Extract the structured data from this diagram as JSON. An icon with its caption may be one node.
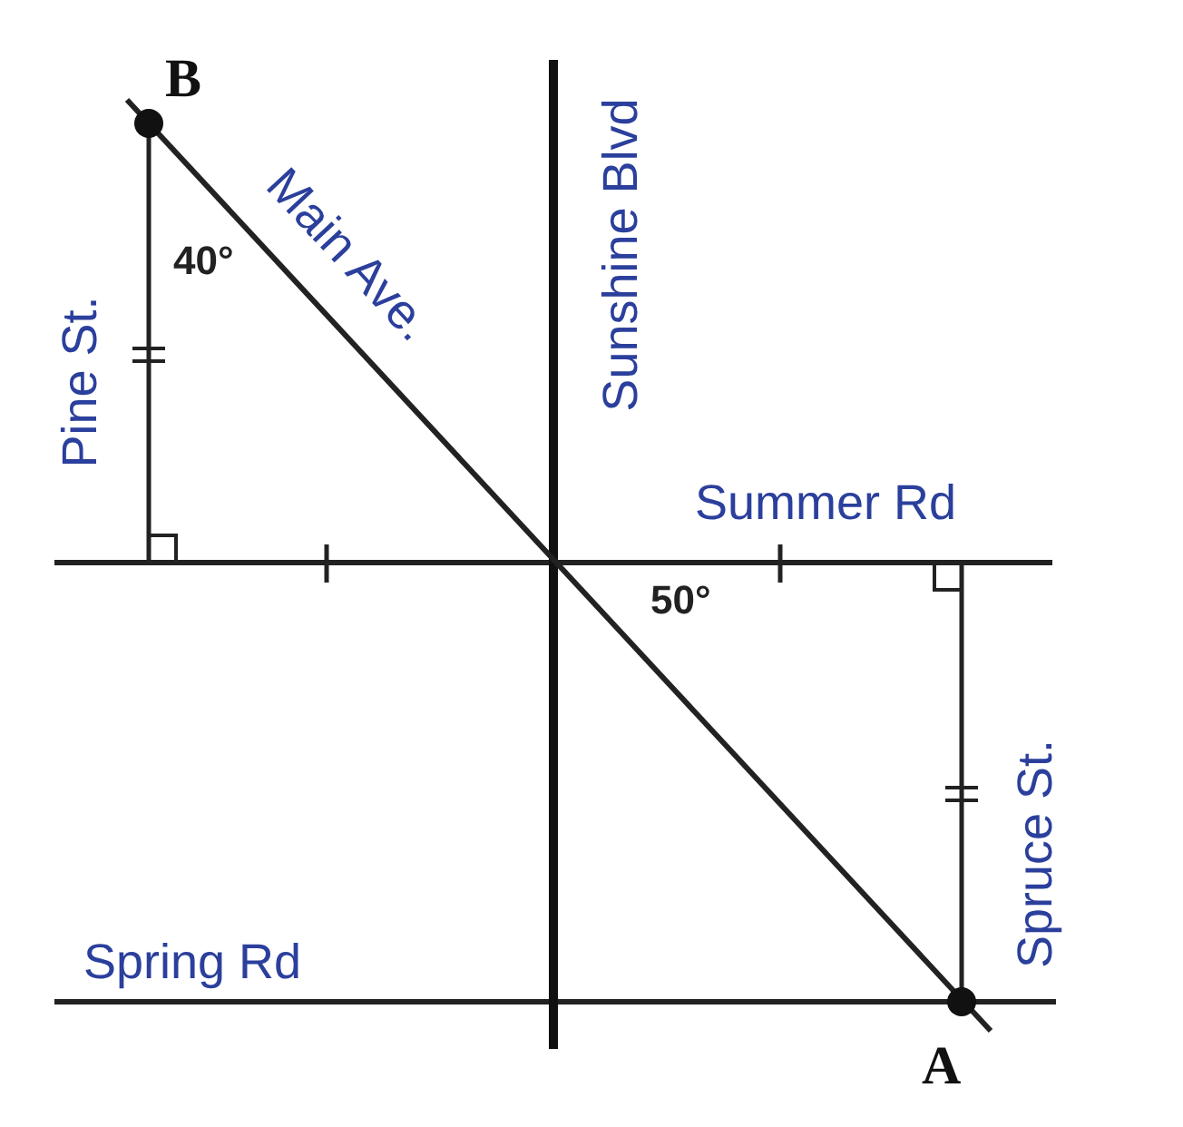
{
  "diagram": {
    "labels": [
      "B",
      "Main Ave.",
      "Sunshine Blvd",
      "40°",
      "Pine St.",
      "Summer Rd",
      "50°",
      "Spruce St.",
      "Spring Rd",
      "A"
    ]
  }
}
